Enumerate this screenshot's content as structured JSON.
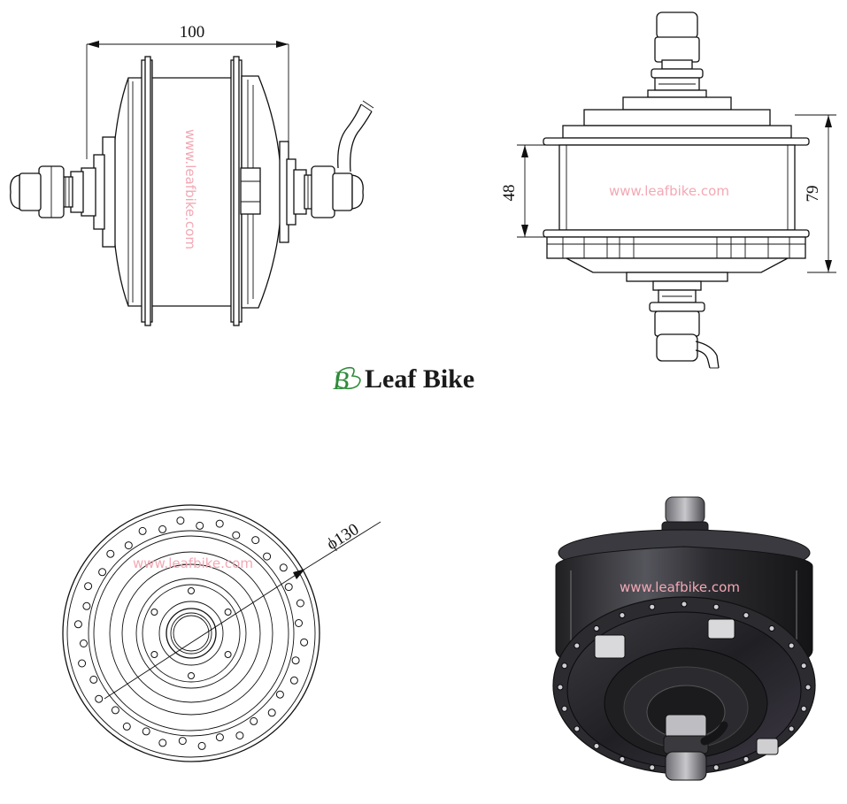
{
  "dimensions": {
    "side_width": "100",
    "front_inner_height": "48",
    "front_outer_height": "79",
    "flange_diameter": "ϕ130"
  },
  "watermark": {
    "side": "www.leafbike.com",
    "front": "www.leafbike.com",
    "flange": "www.leafbike.com",
    "render": "www.leafbike.com"
  },
  "brand": {
    "logo_mark": "B",
    "name": "Leaf Bike",
    "logo_color": "#2e8b3a"
  },
  "colors": {
    "line": "#111111",
    "watermark": "#f3a8b4",
    "metal_dark": "#1f1f22",
    "metal_mid": "#4a4a50"
  }
}
